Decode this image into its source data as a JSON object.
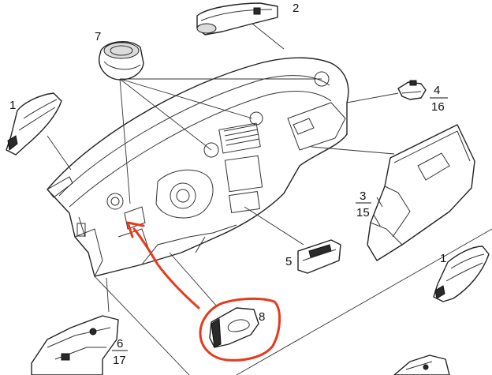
{
  "labels": {
    "l1a": "1",
    "l1b": "1",
    "l2": "2",
    "l3_top": "3",
    "l3_bottom": "15",
    "l4_top": "4",
    "l4_bottom": "16",
    "l5": "5",
    "l6_top": "6",
    "l6_bottom": "17",
    "l7": "7",
    "l8": "8"
  },
  "colors": {
    "line": "#222222",
    "annotation": "#e8391d",
    "background": "#ffffff"
  }
}
